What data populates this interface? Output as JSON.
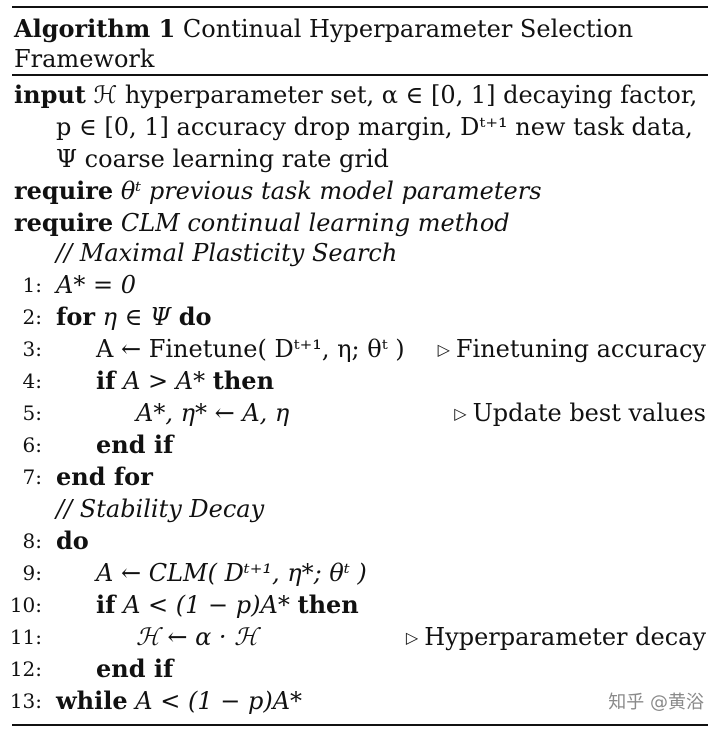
{
  "title": {
    "label": "Algorithm 1",
    "text": "Continual Hyperparameter Selection Framework"
  },
  "header": {
    "input_kw": "input",
    "input_line1": "ℋ hyperparameter set, α ∈ [0, 1] decaying factor,",
    "input_line2": "p ∈ [0, 1] accuracy drop margin, Dᵗ⁺¹ new task data,",
    "input_line3": "Ψ coarse learning rate grid",
    "require_kw": "require",
    "require1": "θᵗ previous task model parameters",
    "require2": "CLM continual learning method"
  },
  "comments": {
    "phase1": "// Maximal Plasticity Search",
    "phase2": "// Stability Decay"
  },
  "lines": [
    {
      "n": "1:",
      "code": "A* = 0"
    },
    {
      "n": "2:",
      "kw": "for",
      "code": "η ∈ Ψ",
      "kw2": "do"
    },
    {
      "n": "3:",
      "code": "A ← Finetune( Dᵗ⁺¹, η; θᵗ )",
      "comment": "Finetuning accuracy"
    },
    {
      "n": "4:",
      "kw": "if",
      "code": "A > A*",
      "kw2": "then"
    },
    {
      "n": "5:",
      "code": "A*, η* ← A, η",
      "comment": "Update best values"
    },
    {
      "n": "6:",
      "kw": "end if"
    },
    {
      "n": "7:",
      "kw": "end for"
    },
    {
      "n": "8:",
      "kw": "do"
    },
    {
      "n": "9:",
      "code": "A ← CLM( Dᵗ⁺¹, η*; θᵗ )"
    },
    {
      "n": "10:",
      "kw": "if",
      "code": "A < (1 − p)A*",
      "kw2": "then"
    },
    {
      "n": "11:",
      "code": "ℋ ← α · ℋ",
      "comment": "Hyperparameter decay"
    },
    {
      "n": "12:",
      "kw": "end if"
    },
    {
      "n": "13:",
      "kw": "while",
      "code": "A < (1 − p)A*"
    }
  ],
  "comment_marker": "▷",
  "watermark": "知乎 @黄浴"
}
